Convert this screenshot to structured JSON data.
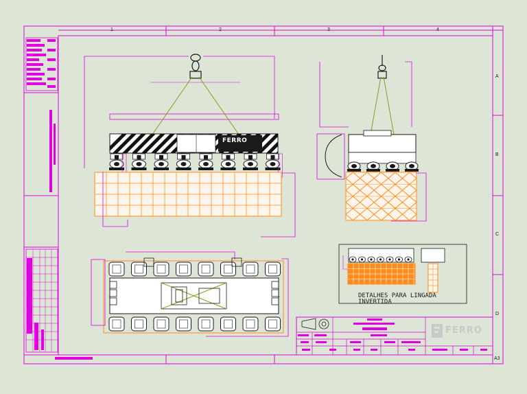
{
  "drawing": {
    "column_labels": [
      "1",
      "2",
      "3",
      "4"
    ],
    "row_labels": [
      "A",
      "B",
      "C",
      "D"
    ],
    "detail_caption_line1": "DETALHES PARA LINGADA",
    "detail_caption_line2": "INVERTIDA",
    "brand_name": "FERRO",
    "sheet_size": "A3"
  },
  "colors": {
    "background": "#dde6d6",
    "frame": "#e000e0",
    "outline": "#1a1a1a",
    "orange_blocks": "#ff8c1a",
    "chains": "#8a9a1a",
    "stripe": "#111111"
  }
}
